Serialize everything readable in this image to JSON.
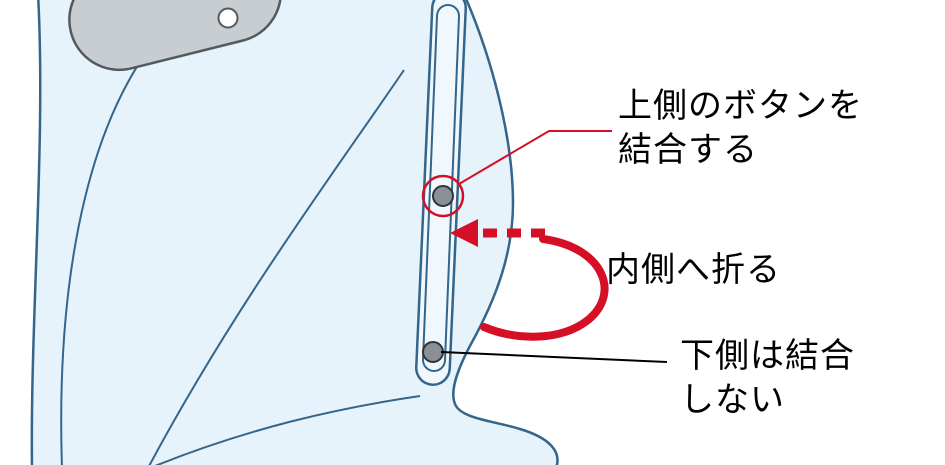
{
  "figure": {
    "type": "assembly-instruction-diagram",
    "annotations": {
      "upper_button": {
        "line1": "上側のボタンを",
        "line2": "結合する"
      },
      "fold": {
        "label": "内側へ折る"
      },
      "lower_button": {
        "line1": "下側は結合",
        "line2": "しない"
      }
    },
    "colors": {
      "sheet_fill": "#e7f3fb",
      "sheet_outline": "#34658a",
      "strap_fill": "#f0f8fd",
      "gray_part": "#c8cdd2",
      "gray_outline": "#53595f",
      "button_fill": "#8a9096",
      "button_outline": "#2f3439",
      "accent_red": "#d40f26",
      "text_color": "#000000"
    }
  }
}
